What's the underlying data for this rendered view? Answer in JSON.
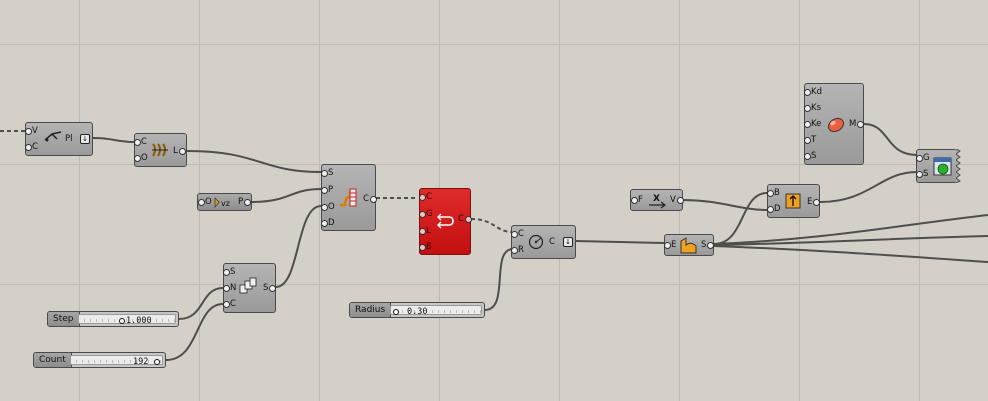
{
  "canvas": {
    "background": "#d4d0c8",
    "grid_color": "#bdbab3"
  },
  "components": {
    "pipeline": {
      "inputs": [
        "V",
        "C"
      ],
      "output": "Pl"
    },
    "curve_length": {
      "inputs": [
        "C",
        "O"
      ],
      "output": "L"
    },
    "vz": {
      "input": "O",
      "output": "P"
    },
    "series": {
      "inputs": [
        "S",
        "N",
        "C"
      ],
      "output": "S"
    },
    "interpolate": {
      "inputs": [
        "S",
        "P",
        "O",
        "D"
      ],
      "output": "C"
    },
    "red_component": {
      "inputs": [
        "C",
        "G",
        "L",
        "B"
      ],
      "output": "C"
    },
    "offset": {
      "inputs": [
        "C",
        "R"
      ],
      "output": "C"
    },
    "vector_display": {
      "input": "F",
      "output": "V"
    },
    "bounds": {
      "inputs": [
        "B",
        "D"
      ],
      "output": "E"
    },
    "extrude": {
      "input": "E",
      "output": "S"
    },
    "material": {
      "inputs": [
        "Kd",
        "Ks",
        "Ke",
        "T",
        "S"
      ],
      "output": "M"
    },
    "preview": {
      "inputs": [
        "G",
        "S"
      ]
    }
  },
  "sliders": {
    "step": {
      "label": "Step",
      "value": "1.000",
      "knob_position": 0.45
    },
    "count": {
      "label": "Count",
      "value": "192",
      "knob_position": 1.0
    },
    "radius": {
      "label": "Radius",
      "value": "0.30",
      "knob_position": 0.03
    }
  },
  "icons": {
    "pipeline": "pipeline-icon",
    "curve_length": "length-icon",
    "vz": "vz-vector-icon",
    "series": "series-icon",
    "interpolate": "interpolate-icon",
    "red_component": "loop-icon",
    "offset": "offset-circle-icon",
    "vector_display": "vector-x-icon",
    "bounds": "bounds-icon",
    "extrude": "extrude-icon",
    "material": "material-egg-icon",
    "preview": "preview-icon"
  }
}
